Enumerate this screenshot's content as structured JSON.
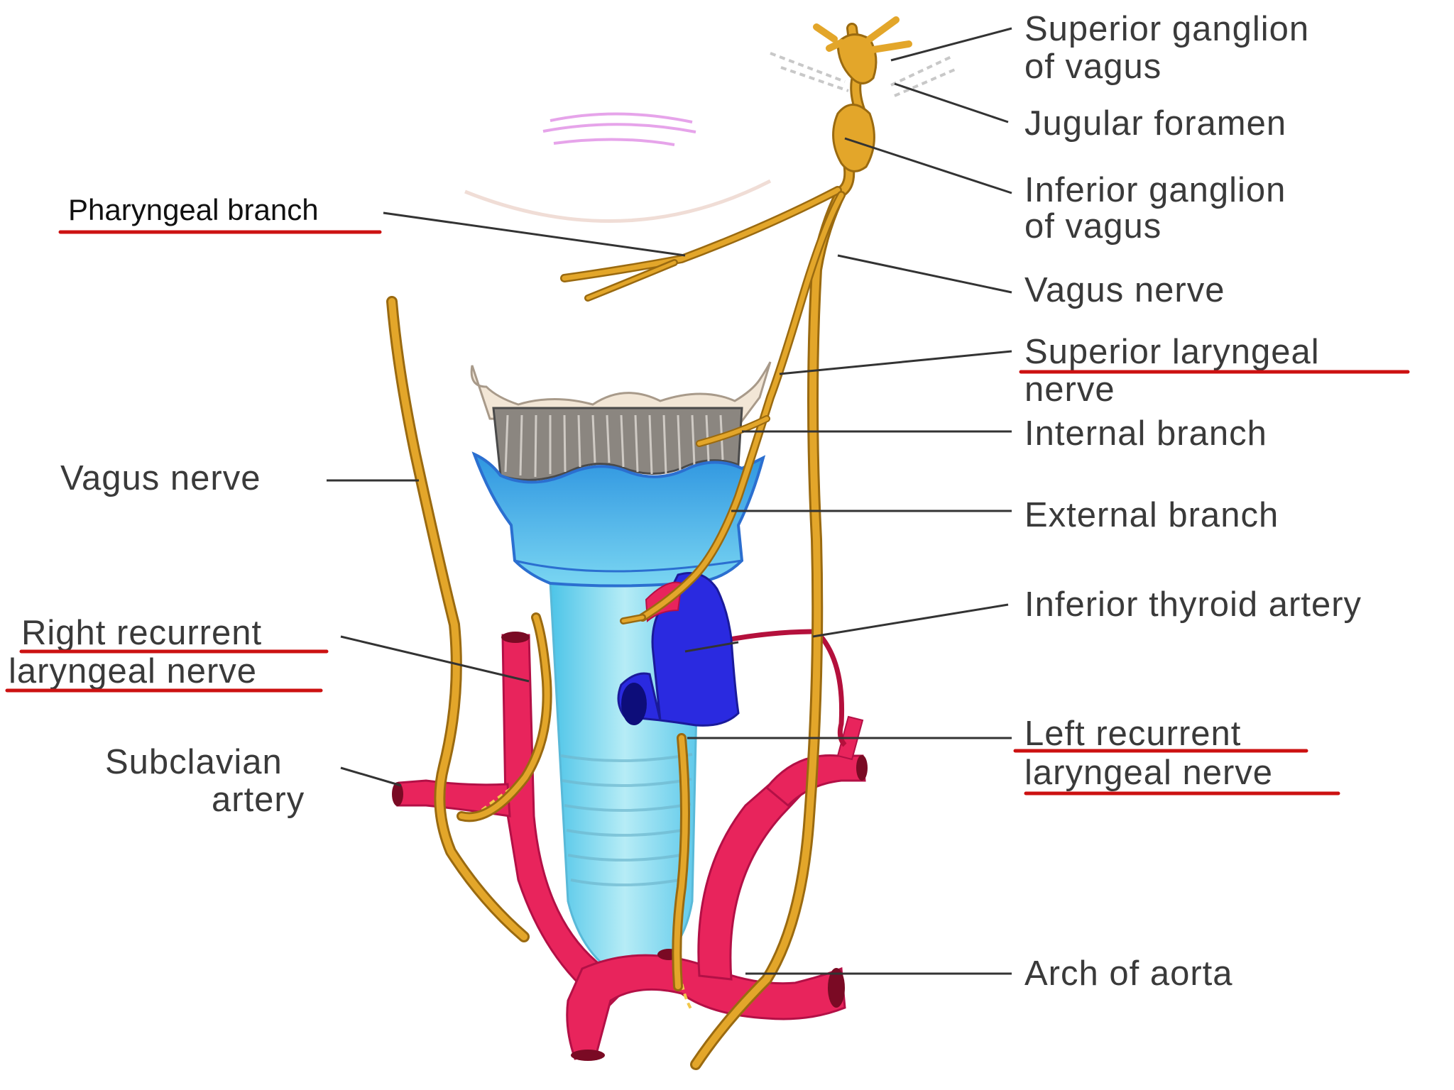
{
  "labels": {
    "superior_ganglion": [
      "Superior ganglion",
      "of vagus"
    ],
    "jugular_foramen": "Jugular foramen",
    "inferior_ganglion": [
      "Inferior ganglion",
      "of vagus"
    ],
    "vagus_nerve_right_side": "Vagus nerve",
    "superior_laryngeal": [
      "Superior laryngeal",
      "nerve"
    ],
    "internal_branch": "Internal branch",
    "external_branch": "External branch",
    "inferior_thyroid_artery": "Inferior thyroid artery",
    "left_recurrent": [
      "Left recurrent",
      "laryngeal nerve"
    ],
    "arch_of_aorta": "Arch of aorta",
    "pharyngeal_branch": "Pharyngeal branch",
    "vagus_nerve_left_side": "Vagus nerve",
    "right_recurrent": [
      "Right recurrent",
      "laryngeal nerve"
    ],
    "subclavian_artery": [
      "Subclavian",
      "artery"
    ]
  },
  "colors": {
    "nerve": "#e3a62a",
    "nerve_outline": "#9a6a10",
    "artery": "#e8245c",
    "artery_dark": "#7a0a24",
    "thyroid_cartilage_blue": "#3aa6e0",
    "trachea": "#8fdcef",
    "thyroid_gland": "#2a2ae0",
    "underline": "#cc1111",
    "leader": "#333333"
  }
}
